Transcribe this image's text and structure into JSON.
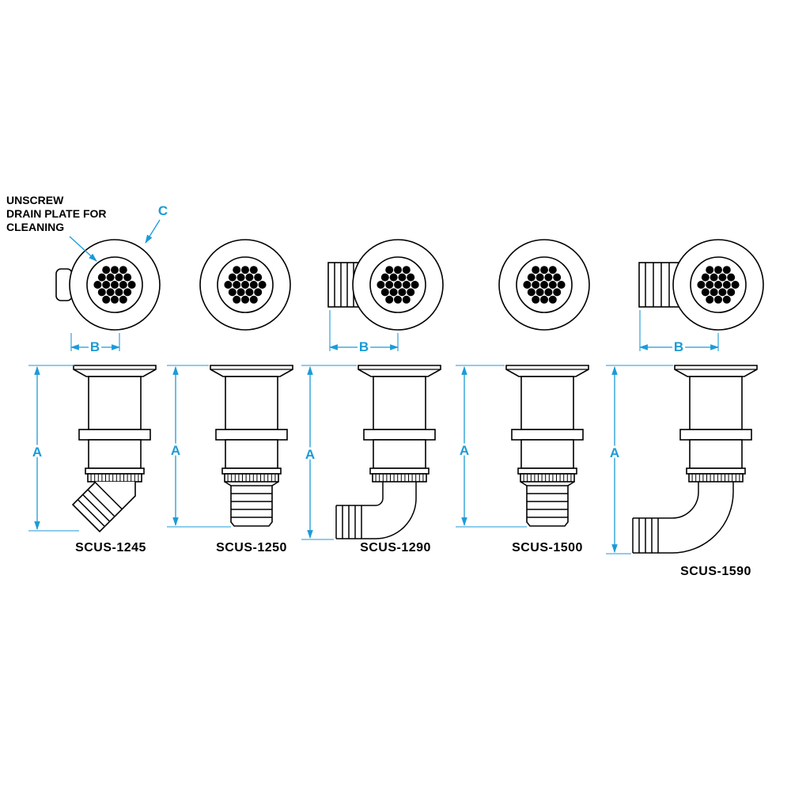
{
  "diagram": {
    "annotation": {
      "lines": [
        "UNSCREW",
        "DRAIN PLATE FOR",
        "CLEANING"
      ]
    },
    "dim_labels": {
      "a": "A",
      "b": "B",
      "c": "C"
    },
    "products": [
      {
        "model": "SCUS-1245"
      },
      {
        "model": "SCUS-1250"
      },
      {
        "model": "SCUS-1290"
      },
      {
        "model": "SCUS-1500"
      },
      {
        "model": "SCUS-1590"
      }
    ],
    "colors": {
      "line": "#000000",
      "dimension": "#1B9BD7",
      "text": "#000000",
      "background": "#FFFFFF"
    }
  }
}
